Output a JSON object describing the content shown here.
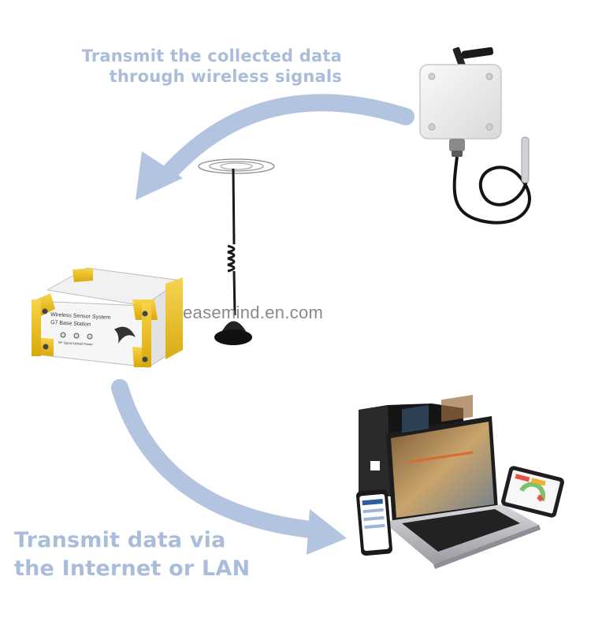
{
  "captions": {
    "top_line1": "Transmit the collected data",
    "top_line2": "through wireless signals",
    "bottom_line1": "Transmit data via",
    "bottom_line2": "the Internet or LAN"
  },
  "watermark": "easemind.en.com",
  "base_station_label": {
    "line1": "Wireless Sensor System",
    "line2": "G7 Base Station",
    "leds": "RF Signal  Upload  Power"
  },
  "colors": {
    "arrow": "#b3c4e0",
    "caption": "#a9bddb",
    "housing_yellow": "#f0c419",
    "device_body": "#ededed"
  }
}
